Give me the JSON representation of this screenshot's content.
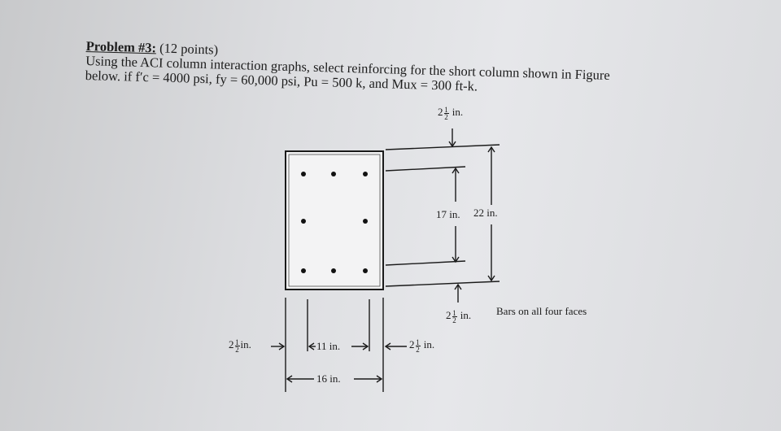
{
  "problem": {
    "heading": "Problem #3:",
    "points": "(12 points)",
    "line1": "Using the ACI column interaction graphs, select reinforcing for the short column shown in Figure",
    "line2": "below. if f′c = 4000 psi, fy = 60,000 psi, Pu = 500 k, and Mux = 300 ft-k."
  },
  "figure": {
    "top_cover": "2",
    "dim_17": "17 in.",
    "dim_22": "22 in.",
    "bottom_cover": "2",
    "bars_note": "Bars on all four faces",
    "left_cover": "2",
    "dim_11": "11 in.",
    "right_cover": "2",
    "dim_16": "16 in.",
    "frac_num": "1",
    "frac_den": "2",
    "unit": "in."
  }
}
